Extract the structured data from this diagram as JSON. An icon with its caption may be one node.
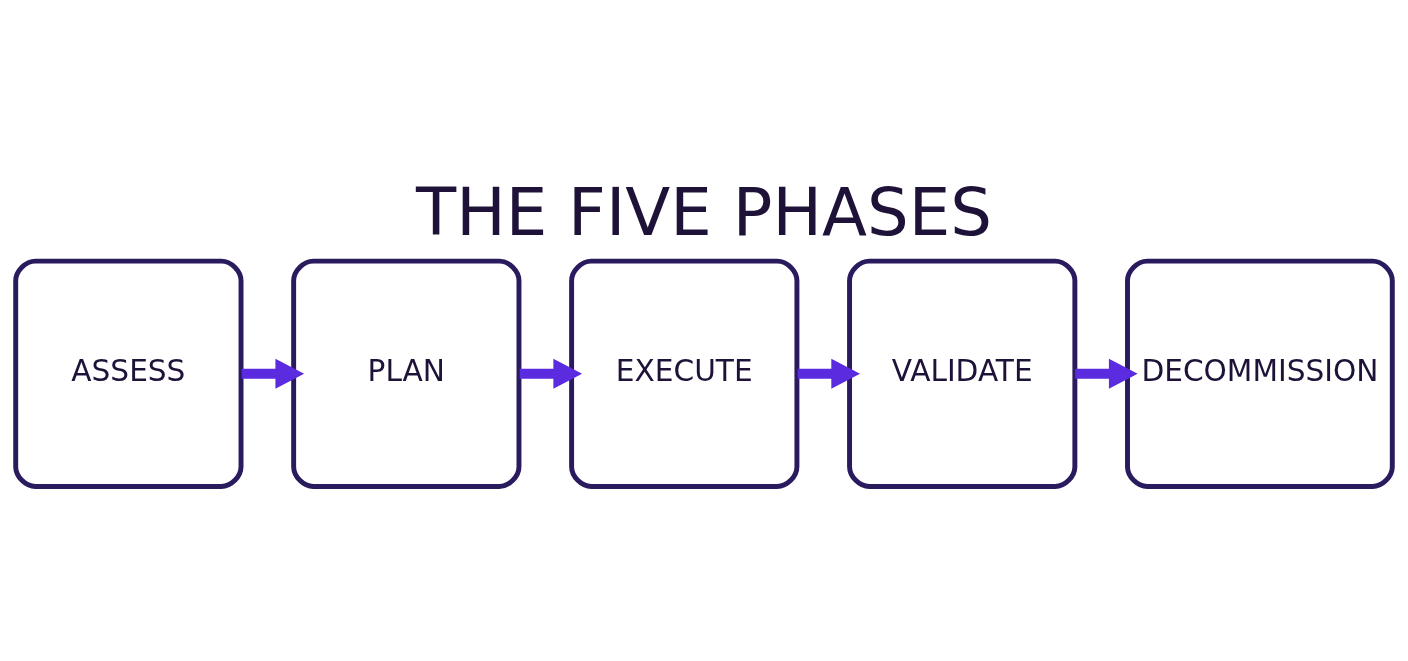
{
  "diagram": {
    "title": "THE FIVE PHASES",
    "nodes": [
      {
        "text": [
          "ASSESS"
        ]
      },
      {
        "text": [
          "PLAN"
        ]
      },
      {
        "text": [
          "EXECUTE"
        ]
      },
      {
        "text": [
          "VALIDATE"
        ]
      },
      {
        "text": [
          "DECOMMISSION"
        ]
      }
    ],
    "edges": [
      {
        "from": 0,
        "to": 1,
        "arrow": "to"
      },
      {
        "from": 1,
        "to": 2,
        "arrow": "to"
      },
      {
        "from": 2,
        "to": 3,
        "arrow": "to"
      },
      {
        "from": 3,
        "to": 4,
        "arrow": "to"
      }
    ]
  }
}
